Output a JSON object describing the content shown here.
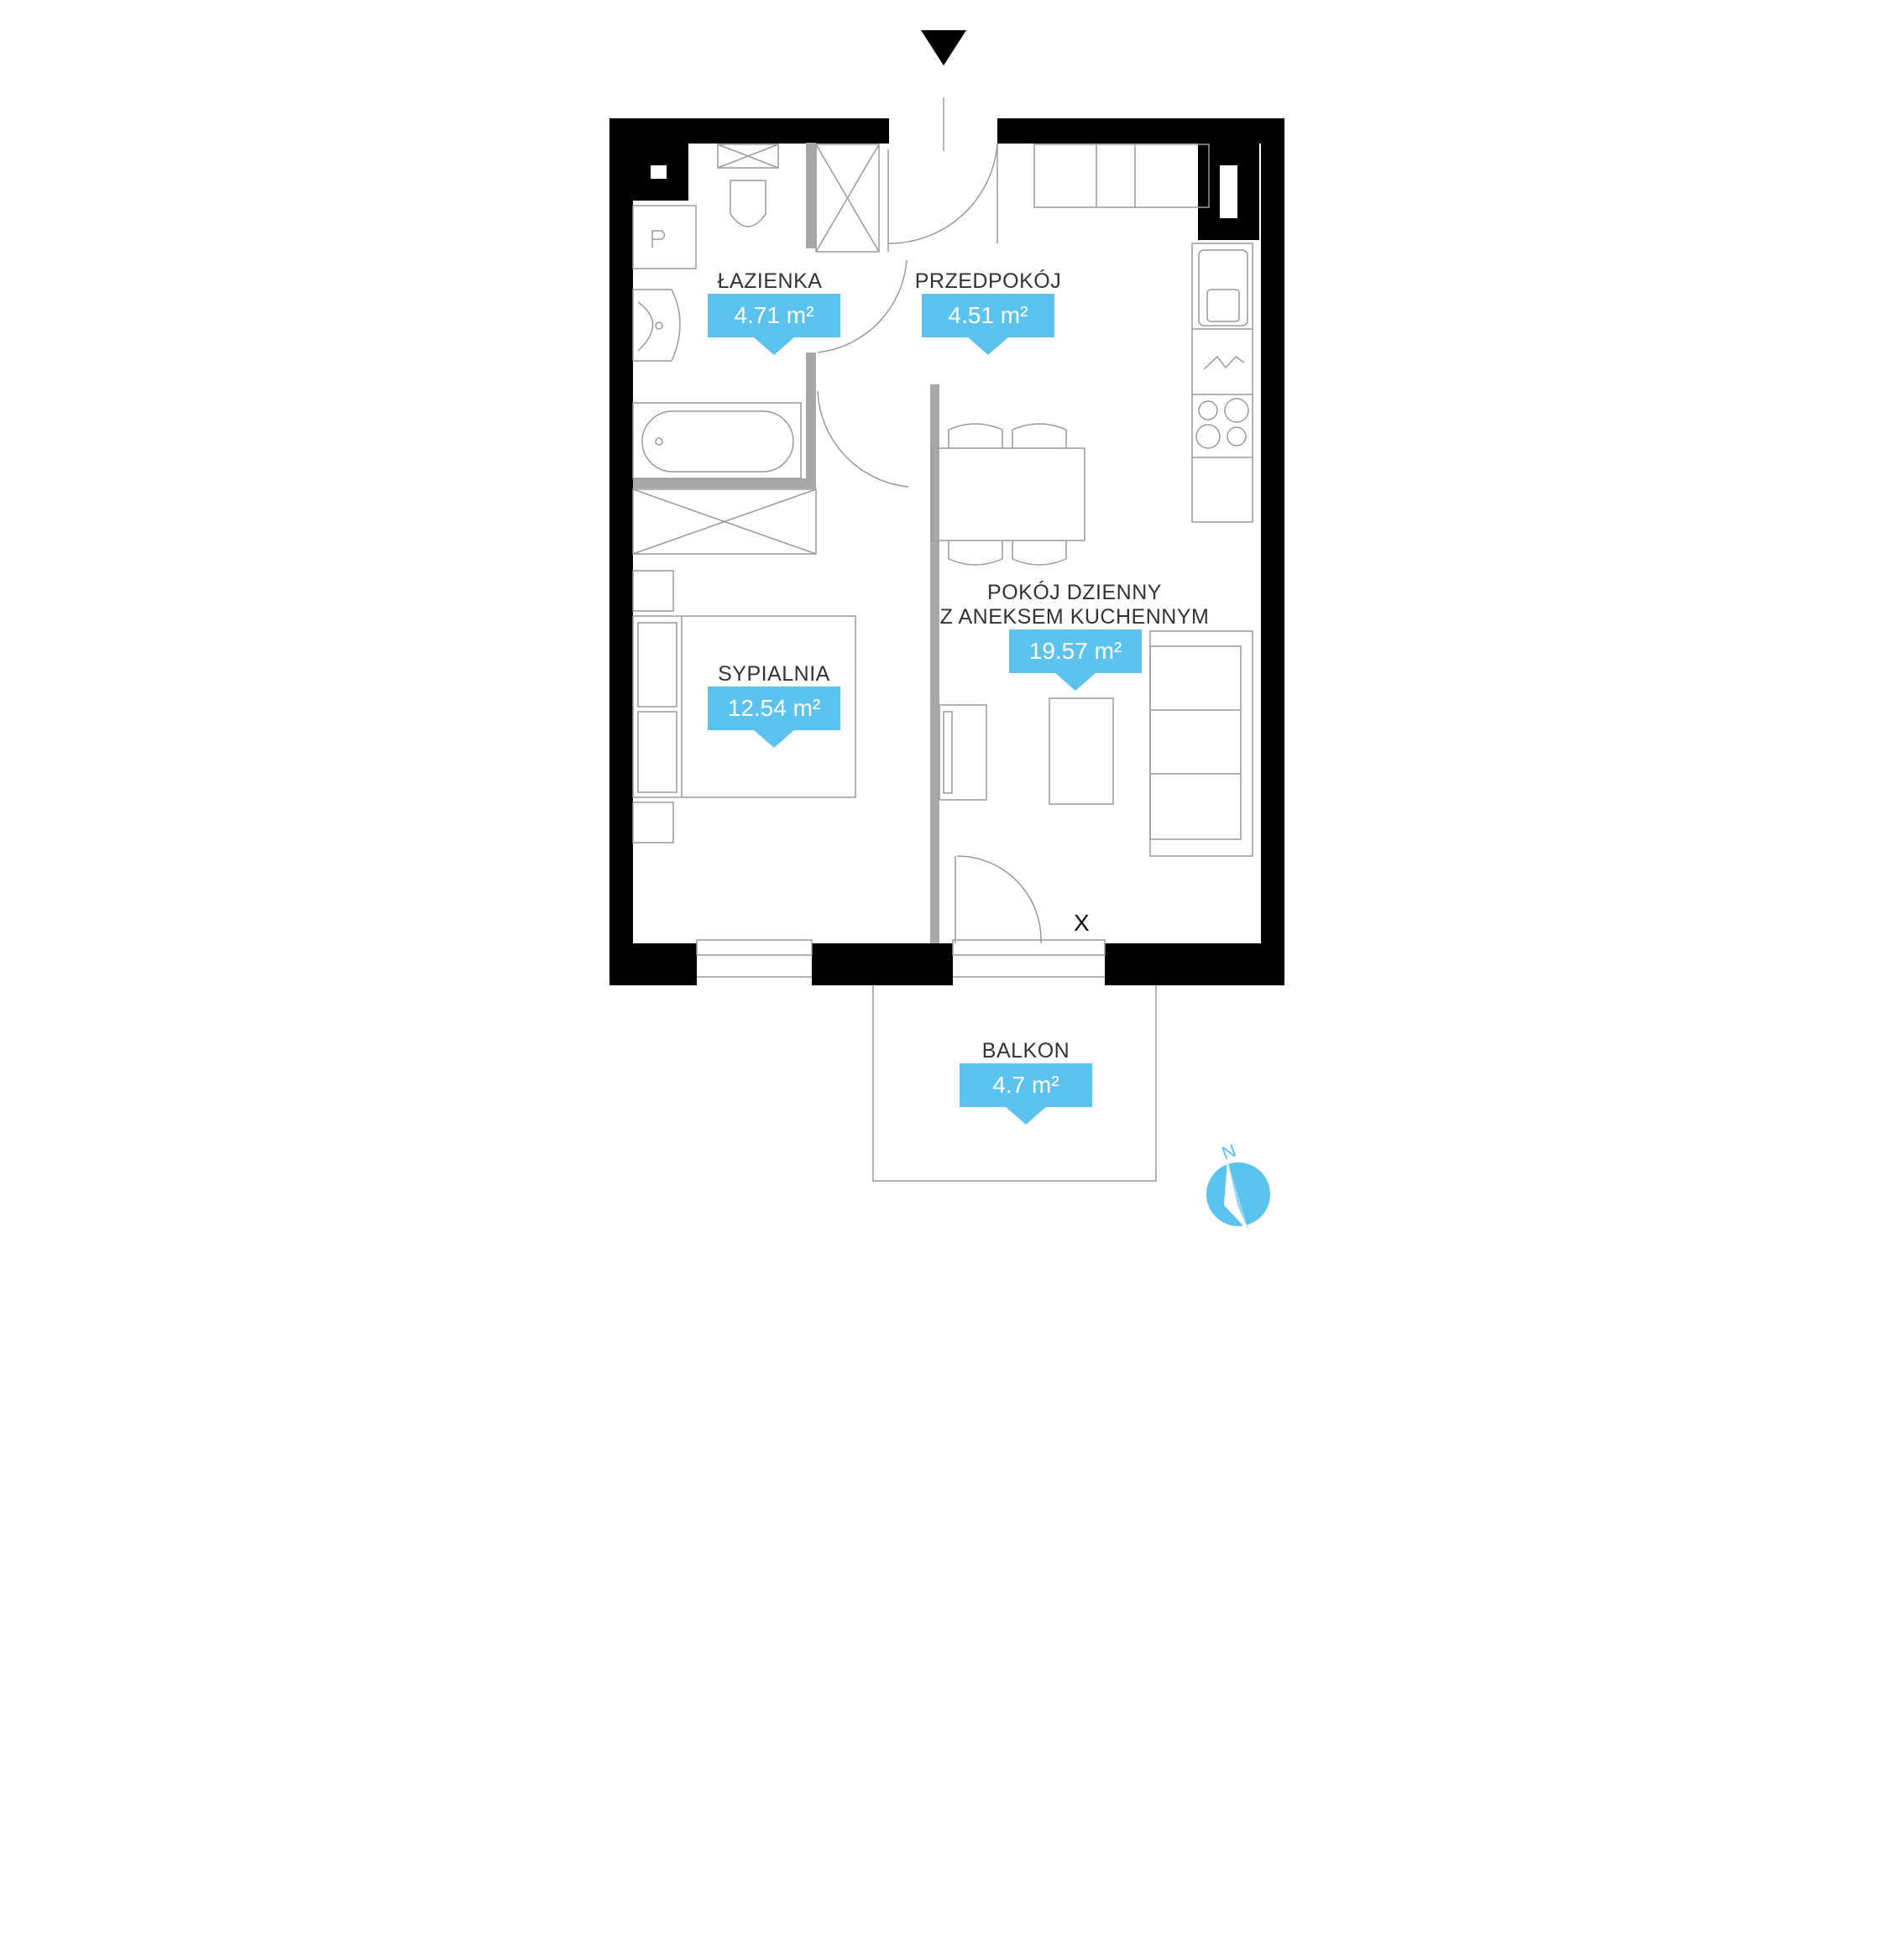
{
  "rooms": {
    "lazienka": {
      "name": "ŁAZIENKA",
      "area": "4.71 m²"
    },
    "przedpokoj": {
      "name": "PRZEDPOKÓJ",
      "area": "4.51 m²"
    },
    "pokoj": {
      "name_line1": "POKÓJ DZIENNY",
      "name_line2": "Z ANEKSEM KUCHENNYM",
      "area": "19.57 m²"
    },
    "sypialnia": {
      "name": "SYPIALNIA",
      "area": "12.54 m²"
    },
    "balkon": {
      "name": "BALKON",
      "area": "4.7 m²"
    }
  },
  "markers": {
    "x_mark": "X",
    "compass_north": "N"
  },
  "colors": {
    "accent": "#5cc3ef",
    "wall": "#000000",
    "fixture_line": "#9a9a9a",
    "partition": "#a8a8a8"
  }
}
